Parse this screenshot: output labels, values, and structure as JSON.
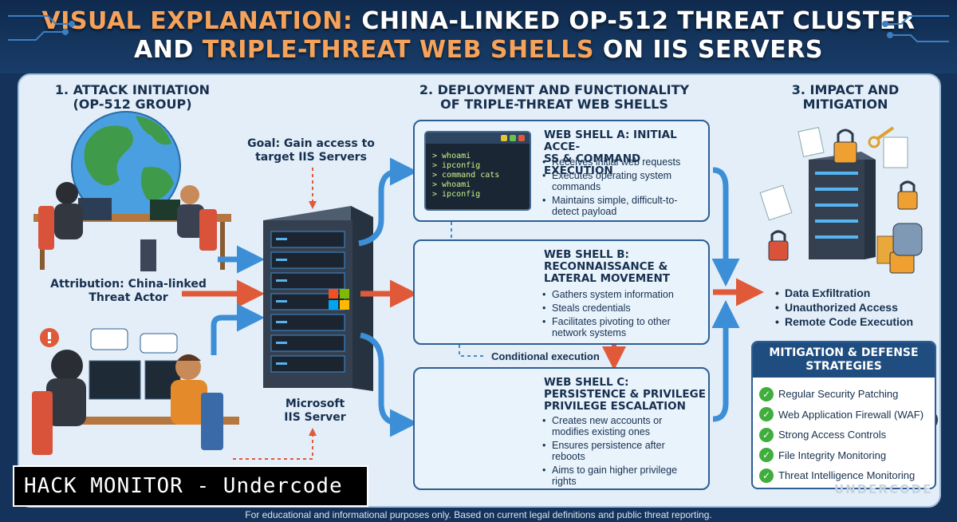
{
  "title": {
    "line1_highlight": "VISUAL EXPLANATION:",
    "line1_rest": "CHINA-LINKED OP-512 THREAT CLUSTER",
    "line2_start": "AND",
    "line2_highlight": "TRIPLE-THREAT WEB SHELLS",
    "line2_rest": "ON IIS SERVERS"
  },
  "section1": {
    "title_line1": "1. ATTACK INITIATION",
    "title_line2": "(OP-512 GROUP)",
    "attribution_line1": "Attribution: China-linked",
    "attribution_line2": "Threat Actor"
  },
  "goal": {
    "line1": "Goal: Gain access to",
    "line2": "target IIS Servers"
  },
  "server": {
    "line1": "Microsoft",
    "line2": "IIS Server"
  },
  "section2": {
    "title_line1": "2. DEPLOYMENT AND FUNCTIONALITY",
    "title_line2": "OF TRIPLE-THREAT WEB SHELLS"
  },
  "terminal": {
    "lines": [
      "> whoami",
      "> ipconfig",
      "> command cats",
      "> whoami",
      "> ipconfig"
    ]
  },
  "shell_a": {
    "title_line1": "WEB SHELL A: INITIAL ACCE-",
    "title_line2": "SS & COMMAND EXECUTION",
    "b1": "Receives initial web requests",
    "b2_line1": "Executes operating system",
    "b2_line2": "commands",
    "b3_line1": "Maintains simple, difficult-to-",
    "b3_line2": "detect payload"
  },
  "shell_b": {
    "title_line1": "WEB SHELL B:",
    "title_line2": "RECONNAISSANCE &",
    "title_line3": "LATERAL MOVEMENT",
    "b1": "Gathers system information",
    "b2": "Steals credentials",
    "b3_line1": "Facilitates pivoting to other",
    "b3_line2": "network systems"
  },
  "conditional": "Conditional execution",
  "shell_c": {
    "title_line1": "WEB SHELL C:",
    "title_line2": "PERSISTENCE & PRIVILEGE",
    "title_line3": "PRIVILEGE ESCALATION",
    "b1_line1": "Creates new accounts or",
    "b1_line2": "modifies existing ones",
    "b2_line1": "Ensures persistence after",
    "b2_line2": "reboots",
    "b3_line1": "Aims to gain higher privilege",
    "b3_line2": "rights"
  },
  "section3": {
    "title_line1": "3. IMPACT AND",
    "title_line2": "MITIGATION",
    "impacts": [
      "Data Exfiltration",
      "Unauthorized Access",
      "Remote Code Execution"
    ]
  },
  "mitigation": {
    "title_line1": "MITIGATION & DEFENSE",
    "title_line2": "STRATEGIES",
    "items": [
      "Regular Security Patching",
      "Web Application Firewall (WAF)",
      "Strong Access Controls",
      "File Integrity Monitoring",
      "Threat Intelligence Monitoring"
    ]
  },
  "brand": "HACK MONITOR - Undercode",
  "watermark": "UNDERCODE",
  "footer": "For educational and informational purposes only. Based on current legal definitions and public threat reporting.",
  "colors": {
    "accent_orange": "#f5a25a",
    "navy": "#17304f",
    "arrow_blue": "#3c8fd6",
    "arrow_red": "#e05a3a",
    "check_green": "#3fae3c"
  }
}
